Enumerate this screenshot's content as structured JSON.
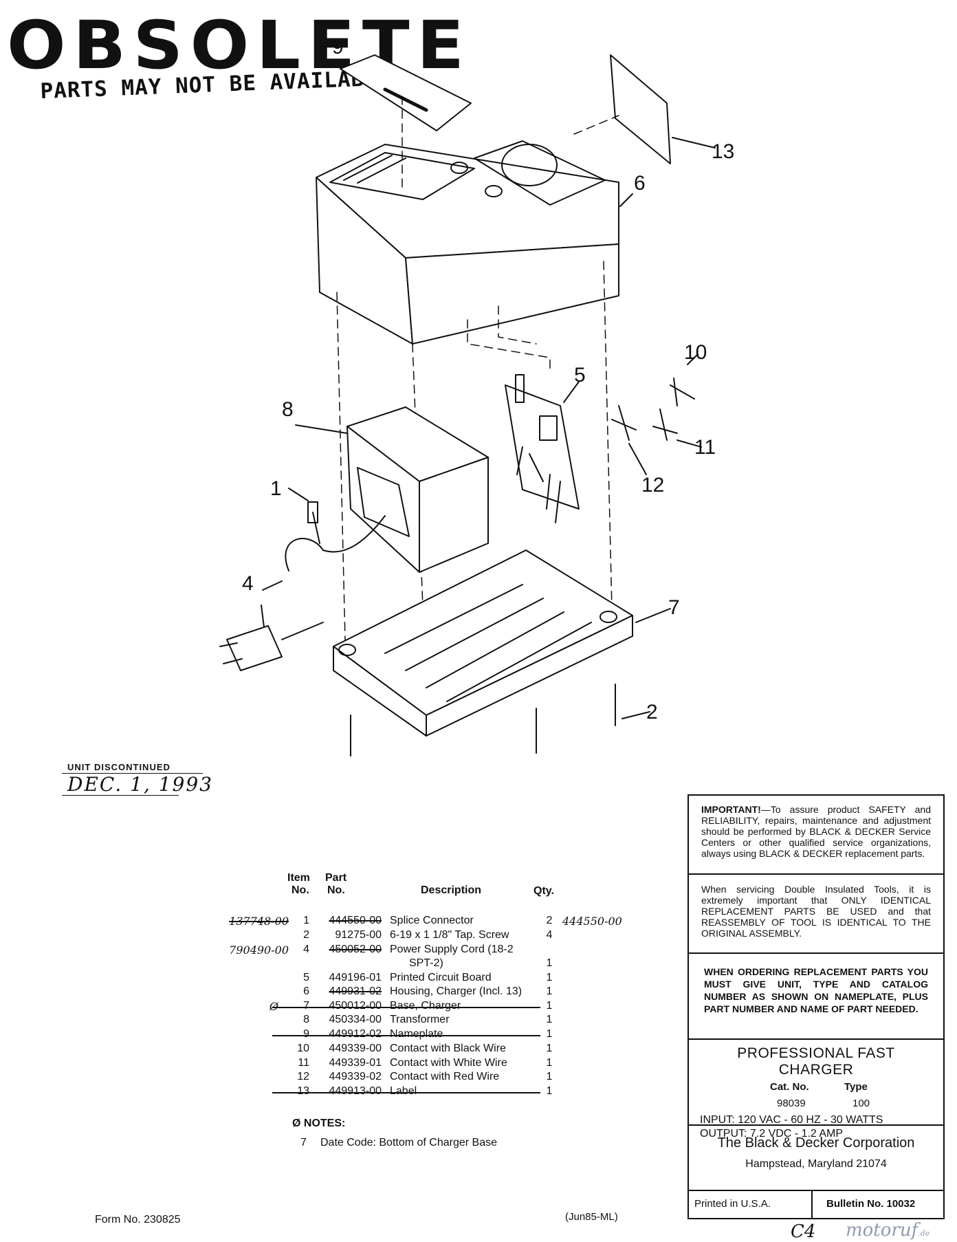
{
  "stamp": {
    "title": "OBSOLETE",
    "subtitle": "PARTS MAY NOT BE AVAILABLE"
  },
  "diagram": {
    "callouts": [
      "9",
      "13",
      "6",
      "10",
      "5",
      "8",
      "11",
      "12",
      "1",
      "4",
      "7",
      "2"
    ]
  },
  "discontinued": {
    "label": "UNIT DISCONTINUED",
    "date": "DEC. 1, 1993"
  },
  "parts_table": {
    "headers": {
      "item_top": "Item",
      "item_bottom": "No.",
      "part_top": "Part",
      "part_bottom": "No.",
      "description": "Description",
      "qty": "Qty."
    },
    "rows": [
      {
        "hand": "137748-00",
        "no": "1",
        "part": "444550-00",
        "desc": "Splice Connector",
        "qty": "2",
        "hand2": "444550-00",
        "part_struck": true,
        "hand_struck": true
      },
      {
        "hand": "",
        "no": "2",
        "part": "91275-00",
        "desc": "6-19 x 1 1/8\" Tap. Screw",
        "qty": "4",
        "hand2": ""
      },
      {
        "hand": "790490-00",
        "no": "4",
        "part": "450052-00",
        "desc": "Power Supply Cord (18-2",
        "qty": "",
        "hand2": "",
        "part_struck": true
      },
      {
        "hand": "",
        "no": "",
        "part": "",
        "desc": "SPT-2)",
        "qty": "1",
        "hand2": ""
      },
      {
        "hand": "",
        "no": "5",
        "part": "449196-01",
        "desc": "Printed Circuit Board",
        "qty": "1",
        "hand2": ""
      },
      {
        "hand": "",
        "no": "6",
        "part": "449931-02",
        "desc": "Housing, Charger (Incl. 13)",
        "qty": "1",
        "hand2": "",
        "part_struck": true
      },
      {
        "hand": "Ø",
        "no": "7",
        "part": "450012-00",
        "desc": "Base, Charger",
        "qty": "1",
        "hand2": "",
        "row_struck": true
      },
      {
        "hand": "",
        "no": "8",
        "part": "450334-00",
        "desc": "Transformer",
        "qty": "1",
        "hand2": ""
      },
      {
        "hand": "",
        "no": "9",
        "part": "449912-02",
        "desc": "Nameplate",
        "qty": "1",
        "hand2": "",
        "row_struck": true
      },
      {
        "hand": "",
        "no": "10",
        "part": "449339-00",
        "desc": "Contact with Black Wire",
        "qty": "1",
        "hand2": ""
      },
      {
        "hand": "",
        "no": "11",
        "part": "449339-01",
        "desc": "Contact with White Wire",
        "qty": "1",
        "hand2": ""
      },
      {
        "hand": "",
        "no": "12",
        "part": "449339-02",
        "desc": "Contact with Red Wire",
        "qty": "1",
        "hand2": ""
      },
      {
        "hand": "",
        "no": "13",
        "part": "449913-00",
        "desc": "Label",
        "qty": "1",
        "hand2": "",
        "row_struck": true
      }
    ]
  },
  "notes": {
    "title": "Ø NOTES:",
    "item_no": "7",
    "text": "Date Code: Bottom of Charger Base"
  },
  "infobox": {
    "important_lead": "IMPORTANT!",
    "important_text": "—To assure product SAFETY and RELIABILITY, repairs, maintenance and adjustment should be performed by BLACK & DECKER Service Centers or other qualified service organizations, always using BLACK & DECKER replacement parts.",
    "double_insulated": "When servicing Double Insulated Tools, it is extremely important that ONLY IDENTICAL REPLACEMENT PARTS BE USED and that REASSEMBLY OF TOOL IS IDENTICAL TO THE ORIGINAL ASSEMBLY.",
    "ordering": "WHEN ORDERING REPLACEMENT PARTS YOU MUST GIVE UNIT, TYPE AND CATALOG NUMBER AS SHOWN ON NAMEPLATE, PLUS PART NUMBER AND NAME OF PART NEEDED.",
    "product_title": "PROFESSIONAL FAST CHARGER",
    "cat_label": "Cat. No.",
    "type_label": "Type",
    "cat_value": "98039",
    "type_value": "100",
    "input": "INPUT: 120 VAC - 60 HZ - 30 WATTS",
    "output": "OUTPUT: 7.2 VDC - 1.2 AMP",
    "company": "The Black & Decker Corporation",
    "address": "Hampstead, Maryland 21074",
    "printed": "Printed in U.S.A.",
    "bulletin": "Bulletin No. 10032"
  },
  "footer": {
    "form_no": "Form No. 230825",
    "date_code": "(Jun85-ML)",
    "hand_mark": "C4",
    "watermark": "motoruf",
    "watermark_tld": ".de"
  }
}
